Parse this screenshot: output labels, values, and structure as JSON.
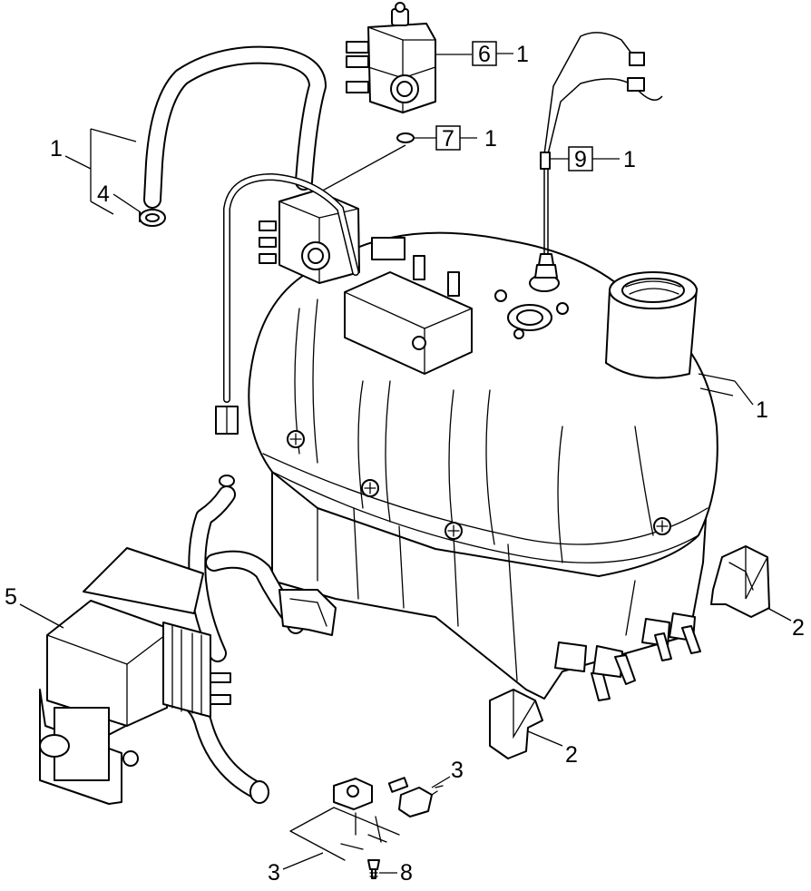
{
  "callouts": {
    "c6": {
      "number": "6",
      "qty": "1"
    },
    "c7": {
      "number": "7",
      "qty": "1"
    },
    "c9": {
      "number": "9",
      "qty": "1"
    },
    "c1_hose": {
      "number": "1"
    },
    "c4": {
      "number": "4"
    },
    "c1_right": {
      "number": "1"
    },
    "c5": {
      "number": "5"
    },
    "c2_right": {
      "number": "2"
    },
    "c2_bottom": {
      "number": "2"
    },
    "c3_right": {
      "number": "3"
    },
    "c3_left": {
      "number": "3"
    },
    "c8": {
      "number": "8"
    }
  }
}
